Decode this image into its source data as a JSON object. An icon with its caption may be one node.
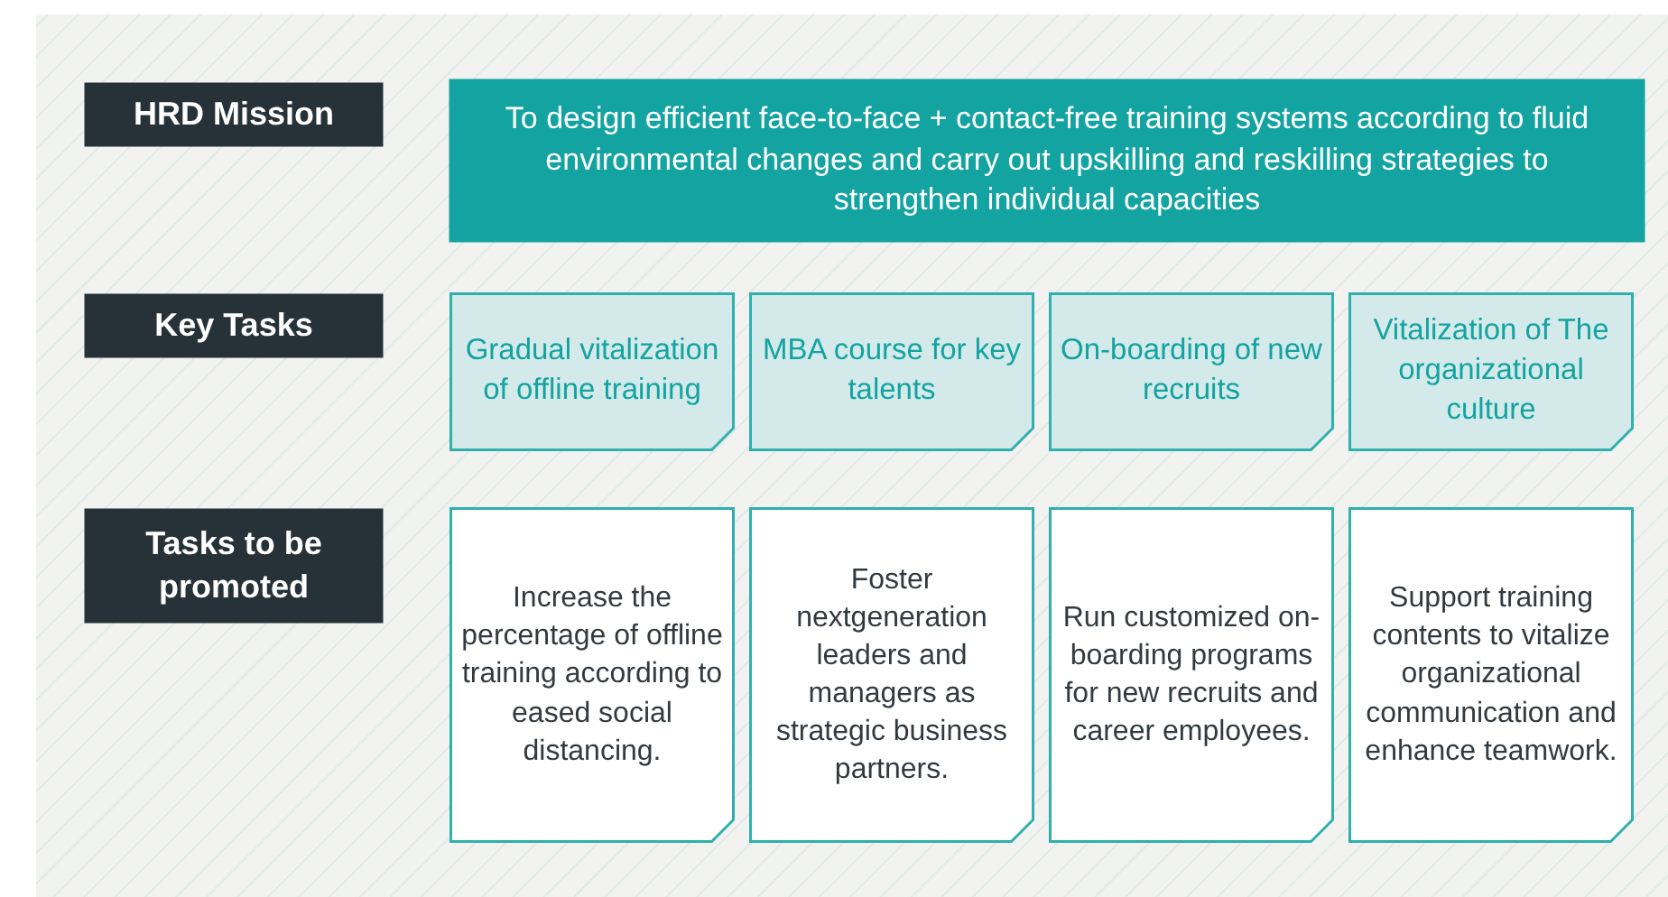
{
  "diagram": {
    "nodes": [
      {
        "text": [
          "HRD Mission"
        ]
      },
      {
        "text": [
          "To design efficient face-to-face + contact-free training systems according to fluid environmental changes and carry out upskilling and reskilling strategies to strengthen individual capacities"
        ]
      },
      {
        "text": [
          "Key Tasks"
        ]
      },
      {
        "text": [
          "Gradual vitalization of offline training"
        ]
      },
      {
        "text": [
          "MBA course for key talents"
        ]
      },
      {
        "text": [
          "On-boarding of new recruits"
        ]
      },
      {
        "text": [
          "Vitalization of The organizational culture"
        ]
      },
      {
        "text": [
          "Tasks to be promoted"
        ]
      },
      {
        "text": [
          "Increase the percentage of offline training according to eased social distancing."
        ]
      },
      {
        "text": [
          "Foster nextgeneration leaders and managers as strategic business partners."
        ]
      },
      {
        "text": [
          "Run customized on-boarding programs for new recruits and career employees."
        ]
      },
      {
        "text": [
          "Support training contents to vitalize organizational communication and enhance teamwork."
        ]
      }
    ]
  }
}
